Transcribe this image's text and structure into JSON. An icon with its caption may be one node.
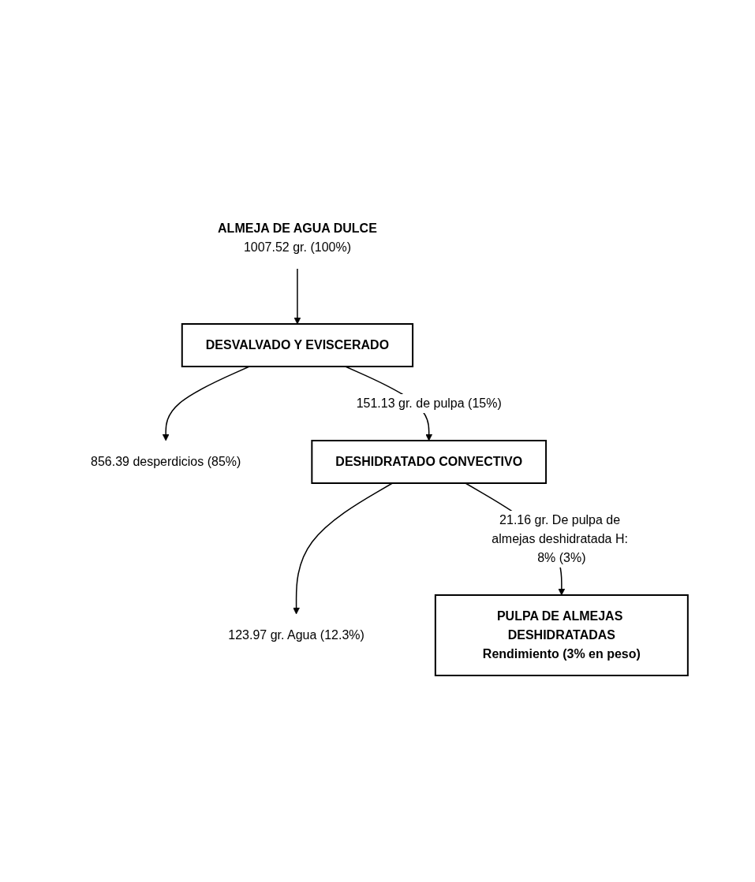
{
  "diagram": {
    "nodes": [
      {
        "text": [
          "ALMEJA DE AGUA DULCE"
        ],
        "beside": [
          "1007.52 gr. (100%)"
        ]
      },
      {
        "text": [
          "DESVALVADO Y EVISCERADO"
        ]
      },
      {
        "text": [
          "856.39 desperdicios (85%)"
        ]
      },
      {
        "text": [
          "DESHIDRATADO CONVECTIVO"
        ]
      },
      {
        "text": [
          "123.97 gr. Agua (12.3%)"
        ]
      },
      {
        "text": [
          "PULPA DE ALMEJAS DESHIDRATADAS",
          "Rendimiento (3% en peso)"
        ]
      }
    ],
    "edges": [
      {
        "from": 0,
        "to": 1,
        "arrow": "to"
      },
      {
        "from": 1,
        "to": 2,
        "arrow": "to"
      },
      {
        "from": 1,
        "to": 3,
        "arrow": "to",
        "label": "151.13 gr. de pulpa (15%)"
      },
      {
        "from": 3,
        "to": 4,
        "arrow": "to"
      },
      {
        "from": 3,
        "to": 5,
        "arrow": "to",
        "label": "21.16 gr. De pulpa de almejas deshidratada H: 8% (3%)"
      }
    ]
  }
}
